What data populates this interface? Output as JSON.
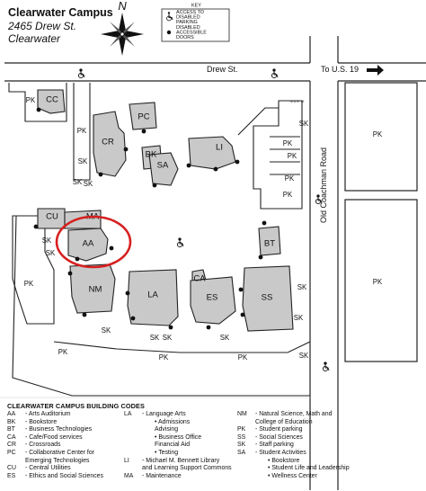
{
  "header": {
    "title": "Clearwater Campus",
    "address_line1": "2465 Drew St.",
    "address_line2": "Clearwater"
  },
  "compass": {
    "letter": "N"
  },
  "key": {
    "title": "KEY",
    "items": [
      {
        "symbol": "wheelchair-icon",
        "label_line1": "ACCESS TO",
        "label_line2": "DISABLED",
        "label_line3": "PARKING"
      },
      {
        "symbol": "black-dot",
        "label_line1": "DISABLED",
        "label_line2": "ACCESSIBLE",
        "label_line3": "DOORS"
      }
    ]
  },
  "roads": {
    "drew": "Drew St.",
    "to_us19": "To U.S. 19",
    "old_coachman": "Old Coachman Road",
    "us19_small": "To U.S. 19"
  },
  "buildings": [
    {
      "code": "CC"
    },
    {
      "code": "CR"
    },
    {
      "code": "PC"
    },
    {
      "code": "BK"
    },
    {
      "code": "SA"
    },
    {
      "code": "LI"
    },
    {
      "code": "CU"
    },
    {
      "code": "MA"
    },
    {
      "code": "AA"
    },
    {
      "code": "BT"
    },
    {
      "code": "NM"
    },
    {
      "code": "LA"
    },
    {
      "code": "CA"
    },
    {
      "code": "ES"
    },
    {
      "code": "SS"
    }
  ],
  "lot_labels": {
    "pk": "PK",
    "sk": "SK"
  },
  "highlight": {
    "building": "AA",
    "color": "#d62020"
  },
  "legend": {
    "title": "CLEARWATER CAMPUS BUILDING CODES",
    "col1": [
      {
        "code": "AA",
        "desc": "- Arts Auditorium"
      },
      {
        "code": "BK",
        "desc": "- Bookstore"
      },
      {
        "code": "BT",
        "desc": "- Business Technologies"
      },
      {
        "code": "CA",
        "desc": "- Cafe/Food services"
      },
      {
        "code": "CR",
        "desc": "- Crossroads"
      },
      {
        "code": "PC",
        "desc": "- Collaborative Center for"
      },
      {
        "code": "",
        "desc": "Emerging Technologies"
      },
      {
        "code": "CU",
        "desc": "- Central Utilities"
      },
      {
        "code": "ES",
        "desc": "- Ethics and Social Sciences"
      }
    ],
    "col2": [
      {
        "code": "LA",
        "desc": "- Language Arts"
      },
      {
        "code": "",
        "desc": "• Admissions",
        "sub": true
      },
      {
        "code": "",
        "desc": "Advising",
        "sub": true
      },
      {
        "code": "",
        "desc": "• Business Office",
        "sub": true
      },
      {
        "code": "",
        "desc": "Financial Aid",
        "sub": true
      },
      {
        "code": "",
        "desc": "• Testing",
        "sub": true
      },
      {
        "code": "LI",
        "desc": "- Michael M. Bennett Library"
      },
      {
        "code": "",
        "desc": "and Learning Support Commons"
      },
      {
        "code": "MA",
        "desc": "- Maintenance"
      }
    ],
    "col3": [
      {
        "code": "NM",
        "desc": "- Natural Science, Math and"
      },
      {
        "code": "",
        "desc": "College of Education"
      },
      {
        "code": "PK",
        "desc": "- Student parking"
      },
      {
        "code": "SS",
        "desc": "- Social Sciences"
      },
      {
        "code": "SK",
        "desc": "- Staff parking"
      },
      {
        "code": "SA",
        "desc": "- Student Activities"
      },
      {
        "code": "",
        "desc": "• Bookstore",
        "sub": true
      },
      {
        "code": "",
        "desc": "• Student Life and Leadership",
        "sub": true
      },
      {
        "code": "",
        "desc": "• Wellness Center",
        "sub": true
      }
    ]
  },
  "colors": {
    "building_fill": "#c9c9c9",
    "highlight": "#d62020",
    "line": "#222222"
  }
}
